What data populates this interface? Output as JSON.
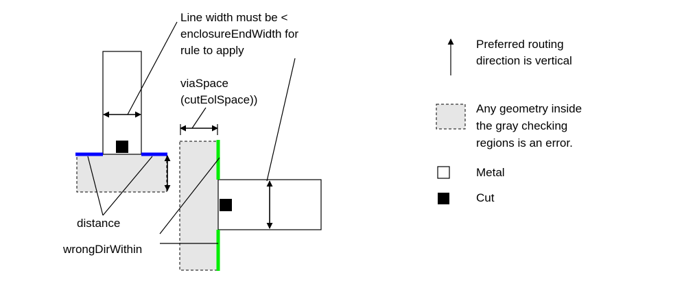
{
  "labels": {
    "line_width_note": [
      "Line width must be <",
      "enclosureEndWidth for",
      "rule to apply"
    ],
    "via_space": [
      "viaSpace",
      "(cutEolSpace))"
    ],
    "distance": "distance",
    "wrong_dir_within": "wrongDirWithin"
  },
  "legend": {
    "routing": [
      "Preferred routing",
      "direction is vertical"
    ],
    "gray_region": [
      "Any geometry inside",
      "the gray checking",
      "regions is an error."
    ],
    "metal": "Metal",
    "cut": "Cut"
  },
  "colors": {
    "region_fill": "#e6e6e6",
    "blue_edge": "#0000ff",
    "green_edge": "#00ee00",
    "cut_fill": "#000000",
    "metal_fill": "#ffffff"
  }
}
